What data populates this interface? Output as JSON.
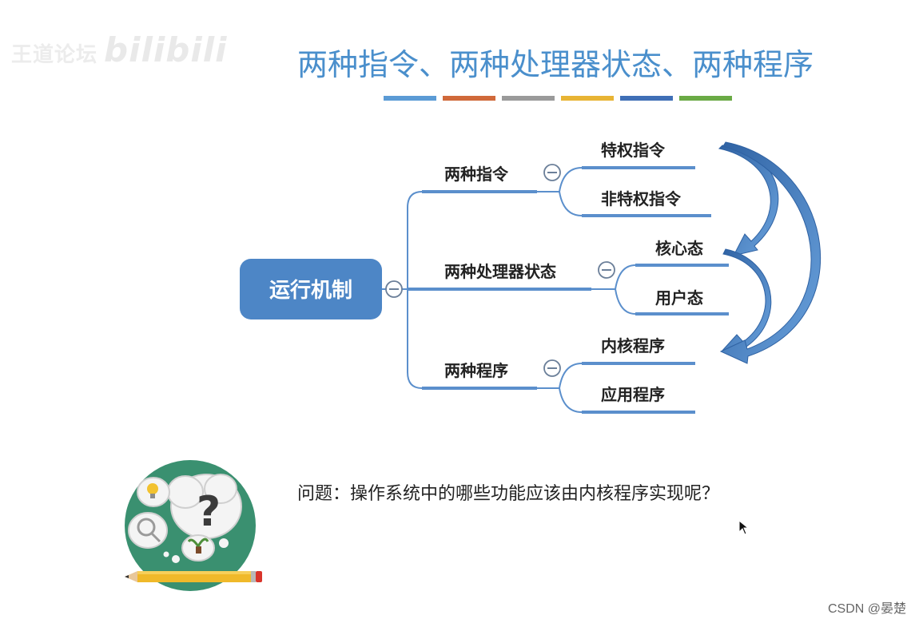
{
  "watermark": {
    "text": "王道论坛",
    "bili": "bilibili"
  },
  "title": "两种指令、两种处理器状态、两种程序",
  "title_bar_colors": [
    "#5b9bd5",
    "#d0693a",
    "#9a9a9a",
    "#e8b434",
    "#3f6fb6",
    "#6aaa45"
  ],
  "mindmap": {
    "root": "运行机制",
    "branches": [
      {
        "label": "两种指令",
        "children": [
          "特权指令",
          "非特权指令"
        ]
      },
      {
        "label": "两种处理器状态",
        "children": [
          "核心态",
          "用户态"
        ]
      },
      {
        "label": "两种程序",
        "children": [
          "内核程序",
          "应用程序"
        ]
      }
    ]
  },
  "colors": {
    "line": "#5b8fcc",
    "root_fill": "#4d86c6",
    "arrow": "#3f79bc",
    "illustration_circle": "#3a9070"
  },
  "question": "问题：操作系统中的哪些功能应该由内核程序实现呢？",
  "credit": "CSDN @晏楚"
}
